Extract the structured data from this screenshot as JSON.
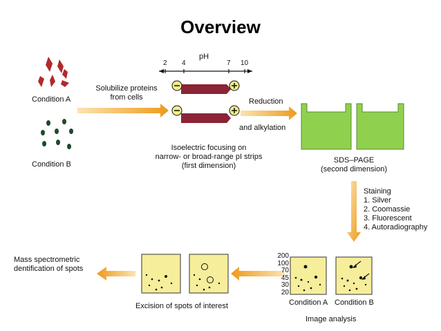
{
  "title": "Overview",
  "conditions": {
    "a": "Condition A",
    "b": "Condition B"
  },
  "solubilize": [
    "Solubilize proteins",
    "from cells"
  ],
  "ph": {
    "label": "pH",
    "ticks": [
      "2",
      "4",
      "7",
      "10"
    ]
  },
  "ief": [
    "Isoelectric focusing on",
    "narrow- or broad-range pI strips",
    "(first dimension)"
  ],
  "reduction": "Reduction",
  "alkylation": "and alkylation",
  "sds": [
    "SDS–PAGE",
    "(second dimension)"
  ],
  "staining": {
    "heading": "Staining",
    "items": [
      "1. Silver",
      "2. Coomassie",
      "3. Fluorescent",
      "4. Autoradiography"
    ]
  },
  "mw_ticks": [
    "200",
    "100",
    "70",
    "45",
    "30",
    "20"
  ],
  "image_analysis": {
    "a": "Condition A",
    "b": "Condition B",
    "caption": "Image analysis"
  },
  "excision": "Excision of spots of interest",
  "mass_spec": [
    "Mass spectrometric",
    "dentification of spots"
  ],
  "colors": {
    "arrow": "#f0a020",
    "gel": "#8fd14f",
    "strip": "#8b2435",
    "panel": "#f6ee9a",
    "cell_a": "#b02a2a",
    "cell_b": "#1c4a2a"
  }
}
